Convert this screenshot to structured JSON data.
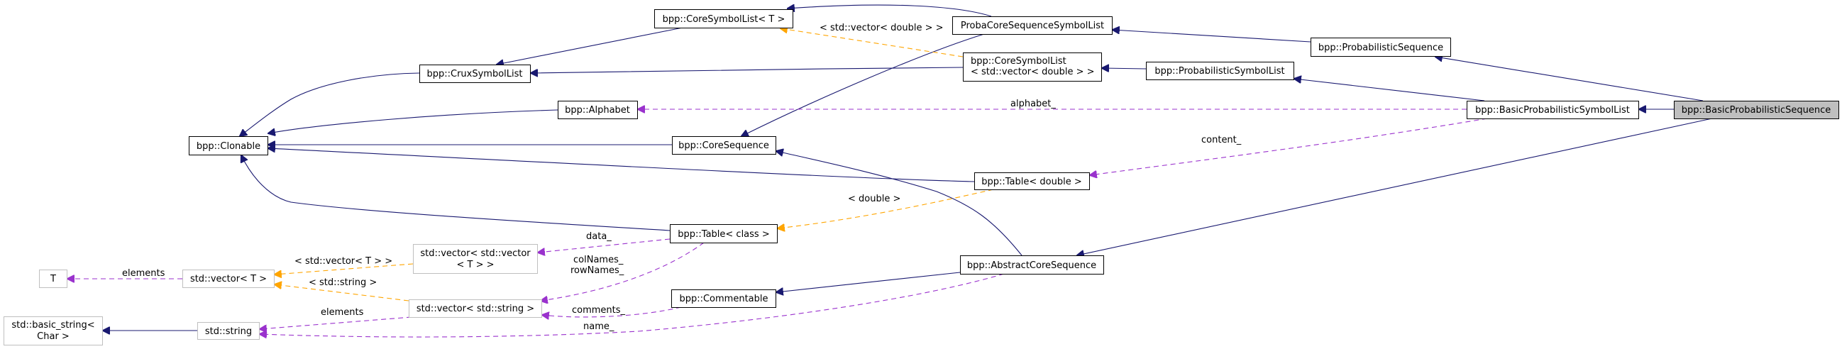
{
  "diagram": {
    "title": "bpp::BasicProbabilisticSequence collaboration graph",
    "colors": {
      "inheritance": "#191970",
      "usage": "#9a32cd",
      "template": "#ffa500",
      "current_node_fill": "#bfbfbf",
      "external_node_border": "#bfbfbf"
    },
    "nodes": [
      {
        "id": "clonable",
        "label": [
          "bpp::Clonable"
        ],
        "kind": "class"
      },
      {
        "id": "crux",
        "label": [
          "bpp::CruxSymbolList"
        ],
        "kind": "class"
      },
      {
        "id": "coresymlistT",
        "label": [
          "bpp::CoreSymbolList< T >"
        ],
        "kind": "class"
      },
      {
        "id": "alphabet",
        "label": [
          "bpp::Alphabet"
        ],
        "kind": "class"
      },
      {
        "id": "coreseq",
        "label": [
          "bpp::CoreSequence"
        ],
        "kind": "class"
      },
      {
        "id": "probacore",
        "label": [
          "ProbaCoreSequenceSymbolList"
        ],
        "kind": "class"
      },
      {
        "id": "coresymlistvd",
        "label": [
          "bpp::CoreSymbolList",
          "< std::vector< double > >"
        ],
        "kind": "class"
      },
      {
        "id": "probsymlist",
        "label": [
          "bpp::ProbabilisticSymbolList"
        ],
        "kind": "class"
      },
      {
        "id": "probseq",
        "label": [
          "bpp::ProbabilisticSequence"
        ],
        "kind": "class"
      },
      {
        "id": "basicprobsymlist",
        "label": [
          "bpp::BasicProbabilisticSymbolList"
        ],
        "kind": "class"
      },
      {
        "id": "basicprobseq",
        "label": [
          "bpp::BasicProbabilisticSequence"
        ],
        "kind": "current"
      },
      {
        "id": "tabledouble",
        "label": [
          "bpp::Table< double >"
        ],
        "kind": "class"
      },
      {
        "id": "tableclass",
        "label": [
          "bpp::Table< class >"
        ],
        "kind": "class"
      },
      {
        "id": "abstractcoreseq",
        "label": [
          "bpp::AbstractCoreSequence"
        ],
        "kind": "class"
      },
      {
        "id": "commentable",
        "label": [
          "bpp::Commentable"
        ],
        "kind": "class"
      },
      {
        "id": "vecvecT",
        "label": [
          "std::vector< std::vector",
          "< T > >"
        ],
        "kind": "external"
      },
      {
        "id": "vecstring",
        "label": [
          "std::vector< std::string >"
        ],
        "kind": "external"
      },
      {
        "id": "vecT",
        "label": [
          "std::vector< T >"
        ],
        "kind": "external"
      },
      {
        "id": "T",
        "label": [
          "T"
        ],
        "kind": "external"
      },
      {
        "id": "basicstring",
        "label": [
          "std::basic_string<",
          "Char >"
        ],
        "kind": "external"
      },
      {
        "id": "stdstring",
        "label": [
          "std::string"
        ],
        "kind": "external"
      }
    ],
    "edges": [
      {
        "from": "crux",
        "to": "clonable",
        "type": "inheritance",
        "label": ""
      },
      {
        "from": "alphabet",
        "to": "clonable",
        "type": "inheritance",
        "label": ""
      },
      {
        "from": "coreseq",
        "to": "clonable",
        "type": "inheritance",
        "label": ""
      },
      {
        "from": "tabledouble",
        "to": "clonable",
        "type": "inheritance",
        "label": ""
      },
      {
        "from": "tableclass",
        "to": "clonable",
        "type": "inheritance",
        "label": ""
      },
      {
        "from": "coresymlistT",
        "to": "crux",
        "type": "inheritance",
        "label": ""
      },
      {
        "from": "coresymlistvd",
        "to": "crux",
        "type": "inheritance",
        "label": ""
      },
      {
        "from": "probacore",
        "to": "coresymlistT",
        "type": "inheritance",
        "label": ""
      },
      {
        "from": "probacore",
        "to": "coreseq",
        "type": "inheritance",
        "label": ""
      },
      {
        "from": "coresymlistvd",
        "to": "coresymlistT",
        "type": "template",
        "label": "< std::vector< double > >"
      },
      {
        "from": "probsymlist",
        "to": "coresymlistvd",
        "type": "inheritance",
        "label": ""
      },
      {
        "from": "probseq",
        "to": "probacore",
        "type": "inheritance",
        "label": ""
      },
      {
        "from": "basicprobsymlist",
        "to": "probsymlist",
        "type": "inheritance",
        "label": ""
      },
      {
        "from": "basicprobseq",
        "to": "probseq",
        "type": "inheritance",
        "label": ""
      },
      {
        "from": "basicprobseq",
        "to": "basicprobsymlist",
        "type": "inheritance",
        "label": ""
      },
      {
        "from": "basicprobseq",
        "to": "abstractcoreseq",
        "type": "inheritance",
        "label": ""
      },
      {
        "from": "basicprobsymlist",
        "to": "alphabet",
        "type": "usage",
        "label": "alphabet_"
      },
      {
        "from": "basicprobsymlist",
        "to": "tabledouble",
        "type": "usage",
        "label": "content_"
      },
      {
        "from": "tabledouble",
        "to": "tableclass",
        "type": "template",
        "label": "< double >"
      },
      {
        "from": "abstractcoreseq",
        "to": "coreseq",
        "type": "inheritance",
        "label": ""
      },
      {
        "from": "abstractcoreseq",
        "to": "commentable",
        "type": "inheritance",
        "label": ""
      },
      {
        "from": "abstractcoreseq",
        "to": "stdstring",
        "type": "usage",
        "label": "name_"
      },
      {
        "from": "tableclass",
        "to": "vecvecT",
        "type": "usage",
        "label": "data_"
      },
      {
        "from": "tableclass",
        "to": "vecstring",
        "type": "usage",
        "label": "colNames_\nrowNames_"
      },
      {
        "from": "commentable",
        "to": "vecstring",
        "type": "usage",
        "label": "comments_"
      },
      {
        "from": "vecvecT",
        "to": "vecT",
        "type": "template",
        "label": "< std::vector< T > >"
      },
      {
        "from": "vecstring",
        "to": "vecT",
        "type": "template",
        "label": "< std::string >"
      },
      {
        "from": "vecstring",
        "to": "stdstring",
        "type": "usage",
        "label": "elements"
      },
      {
        "from": "vecT",
        "to": "T",
        "type": "usage",
        "label": "elements"
      },
      {
        "from": "stdstring",
        "to": "basicstring",
        "type": "inheritance",
        "label": ""
      }
    ]
  }
}
